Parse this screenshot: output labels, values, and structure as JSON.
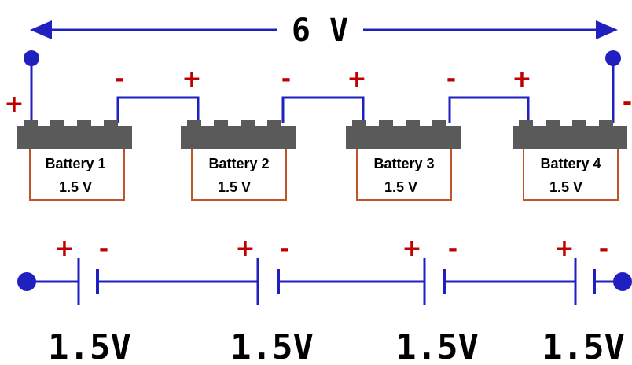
{
  "colors": {
    "wire": "#2020c0",
    "plus": "#c00000",
    "minus": "#c00000",
    "battery_cap": "#5a5a5a",
    "battery_frame": "#c0552a",
    "text": "#000000"
  },
  "total": {
    "label": "6 V"
  },
  "polarity": {
    "plus": "+",
    "minus": "-"
  },
  "batteries": [
    {
      "name": "Battery 1",
      "voltage": "1.5 V"
    },
    {
      "name": "Battery 2",
      "voltage": "1.5 V"
    },
    {
      "name": "Battery 3",
      "voltage": "1.5 V"
    },
    {
      "name": "Battery 4",
      "voltage": "1.5 V"
    }
  ],
  "symbols": [
    {
      "voltage": "1.5V"
    },
    {
      "voltage": "1.5V"
    },
    {
      "voltage": "1.5V"
    },
    {
      "voltage": "1.5V"
    }
  ]
}
